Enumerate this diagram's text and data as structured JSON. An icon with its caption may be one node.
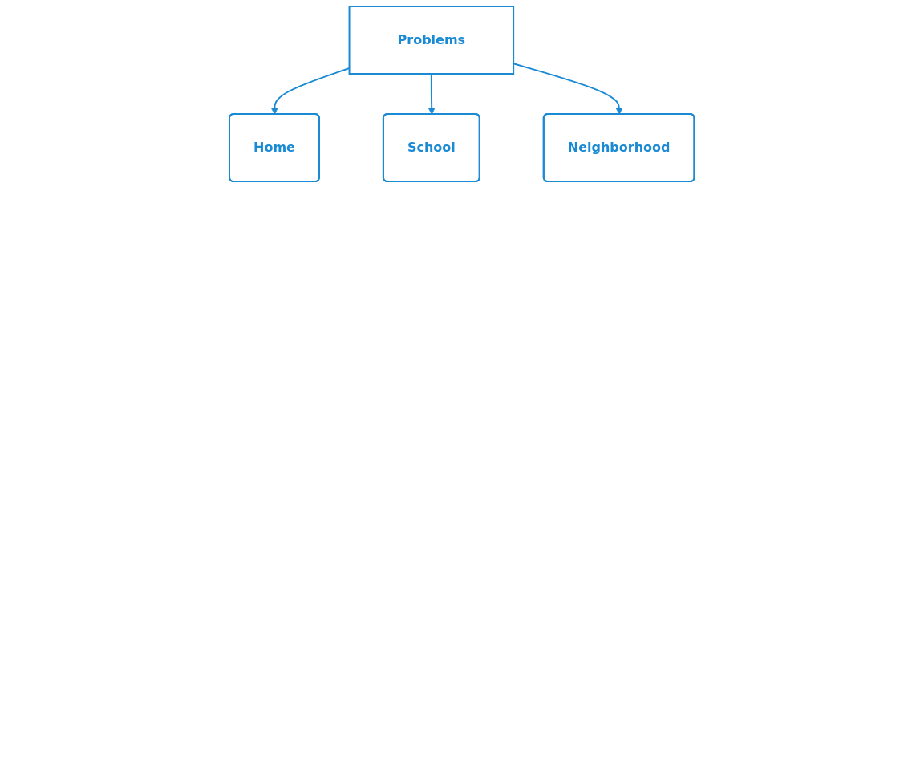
{
  "diagram": {
    "nodes": [
      {
        "text": [
          "Problems"
        ]
      },
      {
        "text": [
          "Home"
        ]
      },
      {
        "text": [
          "School"
        ]
      },
      {
        "text": [
          "Neighborhood"
        ]
      }
    ],
    "edges": [
      {
        "from": 0,
        "to": 1,
        "arrow": "to"
      },
      {
        "from": 0,
        "to": 2,
        "arrow": "to"
      },
      {
        "from": 0,
        "to": 3,
        "arrow": "to"
      }
    ]
  }
}
